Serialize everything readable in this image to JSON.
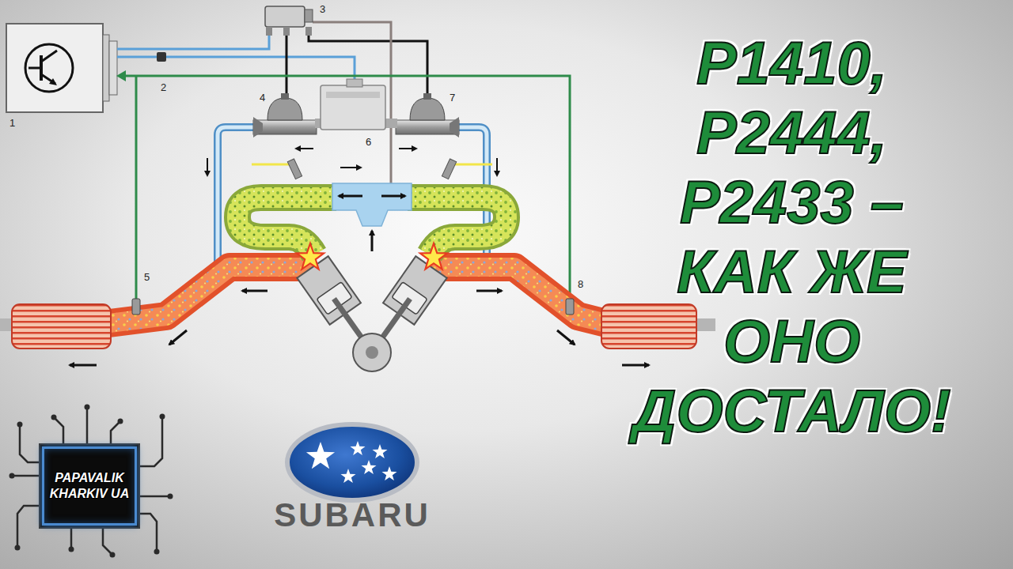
{
  "diagram": {
    "title": "P1410, P2444, P2433 – КАК ЖЕ ОНО ДОСТАЛО!",
    "nodes": [
      {
        "text": [
          "PAPAVALIK KHARKIV UA"
        ]
      }
    ],
    "labels": [
      "1",
      "2",
      "3",
      "4",
      "5",
      "6",
      "7",
      "8",
      "SUBARU"
    ]
  }
}
